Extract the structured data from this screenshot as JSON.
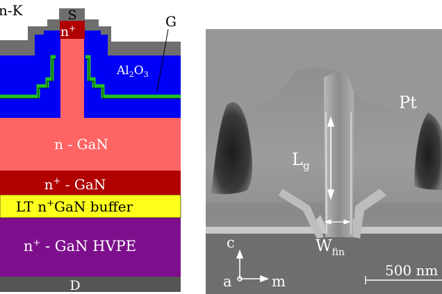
{
  "diagram": {
    "top_left_label": "n-K",
    "source_label": "S",
    "source_contact_label": "n",
    "source_contact_sup": "+",
    "gate_label": "G",
    "oxide_label_base": "Al",
    "oxide_label_sub1": "2",
    "oxide_label_mid": "O",
    "oxide_label_sub2": "3",
    "drift_layer_label": "n - GaN",
    "nplus_layer_prefix": "n",
    "nplus_layer_sup": "+",
    "nplus_layer_suffix": " - GaN",
    "buffer_prefix": "LT n",
    "buffer_sup": "+",
    "buffer_suffix": "GaN buffer",
    "substrate_prefix": "n",
    "substrate_sup": "+",
    "substrate_suffix": " - GaN HVPE",
    "drain_label": "D"
  },
  "micrograph": {
    "pt_label": "Pt",
    "gate_length_base": "L",
    "gate_length_sub": "g",
    "fin_width_base": "W",
    "fin_width_sub": "fin",
    "axis_c": "c",
    "axis_a": "a",
    "axis_m": "m",
    "scale_bar_label": "500 nm"
  },
  "colors": {
    "metal": "#6e6e6e",
    "oxide": "#0000f5",
    "gate_metal": "#22c322",
    "n_gan": "#ff6464",
    "nplus_gan": "#b00000",
    "buffer": "#ffff1e",
    "substrate": "#7d0f8c",
    "drain": "#555555"
  }
}
